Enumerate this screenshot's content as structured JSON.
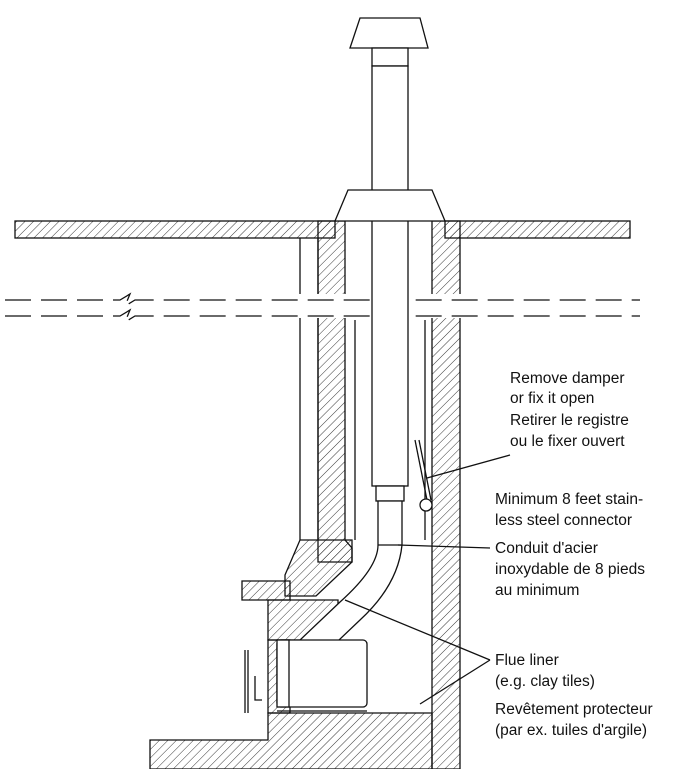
{
  "labels": {
    "damper_en_1": "Remove damper",
    "damper_en_2": "or fix it open",
    "damper_fr_1": "Retirer le registre",
    "damper_fr_2": "ou le fixer ouvert",
    "connector_en_1": "Minimum 8 feet stain-",
    "connector_en_2": "less steel connector",
    "connector_fr_1": "Conduit d'acier",
    "connector_fr_2": "inoxydable de 8 pieds",
    "connector_fr_3": "au minimum",
    "liner_en_1": "Flue liner",
    "liner_en_2": "(e.g. clay tiles)",
    "liner_fr_1": "Revêtement protecteur",
    "liner_fr_2": "(par ex. tuiles d'argile)"
  }
}
